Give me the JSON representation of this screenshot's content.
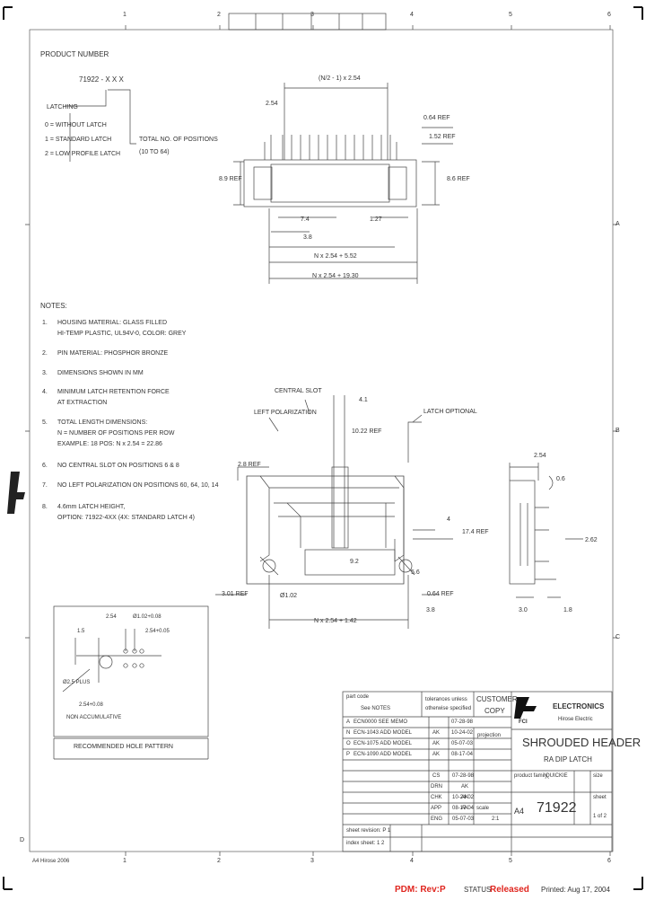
{
  "zone_markers": {
    "top_cols": [
      "1",
      "2",
      "3",
      "4",
      "5",
      "6"
    ],
    "bottom_cols": [
      "1",
      "2",
      "3",
      "4",
      "5",
      "6"
    ],
    "side_rows": [
      "A",
      "B",
      "C",
      "D"
    ]
  },
  "product_number": {
    "heading": "PRODUCT NUMBER",
    "code": "71922 - X X X",
    "latching_label": "LATCHING",
    "latch_options": [
      "0  =  WITHOUT LATCH",
      "1  =  STANDARD LATCH",
      "2  =  LOW PROFILE LATCH"
    ],
    "positions_label_1": "TOTAL NO. OF POSITIONS",
    "positions_label_2": "(10 TO 64)"
  },
  "top_view_dims": {
    "overall": "(N/2 - 1) x 2.54",
    "left_small": "2.54",
    "dia_ref": "0.64 REF",
    "right_1": "1.52 REF",
    "height_left": "8.9 REF",
    "height_right": "8.6 REF",
    "d_7_4": "7.4",
    "d_1_27": "1.27",
    "d_3_8": "3.8",
    "d_n1": "N x 2.54 + 5.52",
    "d_n2": "N x 2.54 + 19.30"
  },
  "notes": {
    "heading": "NOTES:",
    "items": [
      {
        "num": "1.",
        "lines": [
          "HOUSING MATERIAL: GLASS FILLED",
          "HI-TEMP PLASTIC, UL94V-0, COLOR: GREY"
        ]
      },
      {
        "num": "2.",
        "lines": [
          "PIN MATERIAL: PHOSPHOR BRONZE"
        ]
      },
      {
        "num": "3.",
        "lines": [
          "DIMENSIONS SHOWN IN MM"
        ]
      },
      {
        "num": "4.",
        "lines": [
          "MINIMUM LATCH RETENTION FORCE",
          "AT EXTRACTION"
        ]
      },
      {
        "num": "5.",
        "lines": [
          "TOTAL LENGTH DIMENSIONS:",
          "N = NUMBER OF POSITIONS PER ROW",
          "EXAMPLE: 18 POS: N x 2.54 = 22.86"
        ]
      },
      {
        "num": "6.",
        "lines": [
          "NO CENTRAL SLOT ON POSITIONS 6 & 8"
        ]
      },
      {
        "num": "7.",
        "lines": [
          "NO LEFT POLARIZATION ON POSITIONS 60, 64, 10, 14"
        ]
      },
      {
        "num": "8.",
        "lines": [
          "4.6mm LATCH HEIGHT,",
          "OPTION: 71922-4XX (4X: STANDARD LATCH 4)"
        ]
      }
    ]
  },
  "side_view": {
    "central_slot": "CENTRAL SLOT",
    "left_polarization": "LEFT POLARIZATION",
    "d_4_1": "4.1",
    "d_10_22": "10.22 REF",
    "latch_optional": "LATCH OPTIONAL",
    "d_2_8": "2.8 REF",
    "d_4": "4",
    "d_17_4": "17.4 REF",
    "d_9_2": "9.2",
    "d_3_8": "3.8",
    "d_3_0": "3.01 REF",
    "d_dia": "Ø1.02",
    "d_0_6": "0.64 REF",
    "d_5_6": "5.6",
    "d_len": "N x 2.54 + 1.42"
  },
  "pin_view": {
    "d_2_54": "2.54",
    "d_angle": "0.6",
    "d_2_62": "2.62",
    "d_3_0": "3.0",
    "d_1_8": "1.8"
  },
  "hole_pattern": {
    "d1": "2.54",
    "d2": "Ø1.02+0.08",
    "d3": "2.54+0.05",
    "d4": "1.5",
    "d5": "Ø2.5 PLUS",
    "d6": "2.54+0.08",
    "d7": "NON ACCUMULATIVE",
    "label": "RECOMMENDED HOLE PATTERN"
  },
  "title_block": {
    "part_code_label": "part code",
    "part_code_value": "See NOTES",
    "tolerances_1": "tolerances unless",
    "tolerances_2": "otherwise specified",
    "customer_copy_1": "CUSTOMER",
    "customer_copy_2": "COPY",
    "company": "ELECTRONICS",
    "company_sub": "Hirose Electric",
    "logo_text": "FCI",
    "revisions": [
      {
        "rev": "A",
        "desc": "ECN0000 SEE MEMO",
        "date": "07-28-98"
      },
      {
        "rev": "N",
        "desc": "ECN-1043 ADD MODEL",
        "date": "10-24-02",
        "by": "AK"
      },
      {
        "rev": "O",
        "desc": "ECN-1075 ADD MODEL",
        "date": "05-07-03",
        "by": "AK"
      },
      {
        "rev": "P",
        "desc": "ECN-1090 ADD MODEL",
        "date": "08-17-04",
        "by": "AK"
      }
    ],
    "title_1": "SHROUDED HEADER",
    "title_2": "RA DIP LATCH",
    "product_family_label": "product family",
    "product_family_value": "QUICKIE",
    "size_label": "size",
    "size_value": "A4",
    "drawing_no": "71922",
    "sheet_label": "sheet",
    "sheet_value": "1 of 2",
    "scale_label": "scale",
    "scale_value": "2:1",
    "projection_label": "projection",
    "app_rows": [
      {
        "role": "DRN",
        "init": "CS",
        "date": "07-28-98"
      },
      {
        "role": "CHK",
        "init": "AK",
        "date": "10-24-02"
      },
      {
        "role": "APP",
        "init": "AK",
        "date": "05-07-03"
      },
      {
        "role": "ENG",
        "init": "AK",
        "date": "08-17-04"
      }
    ],
    "sheet_row_1": "sheet revision:  P   1",
    "sheet_row_2": "index   sheet:   1   2"
  },
  "footer": {
    "left_text": "A4 Hirose 2006",
    "pdm_label": "PDM: Rev:P",
    "status_label": "STATUS",
    "status_value": "Released",
    "printed": "Printed: Aug 17, 2004"
  }
}
